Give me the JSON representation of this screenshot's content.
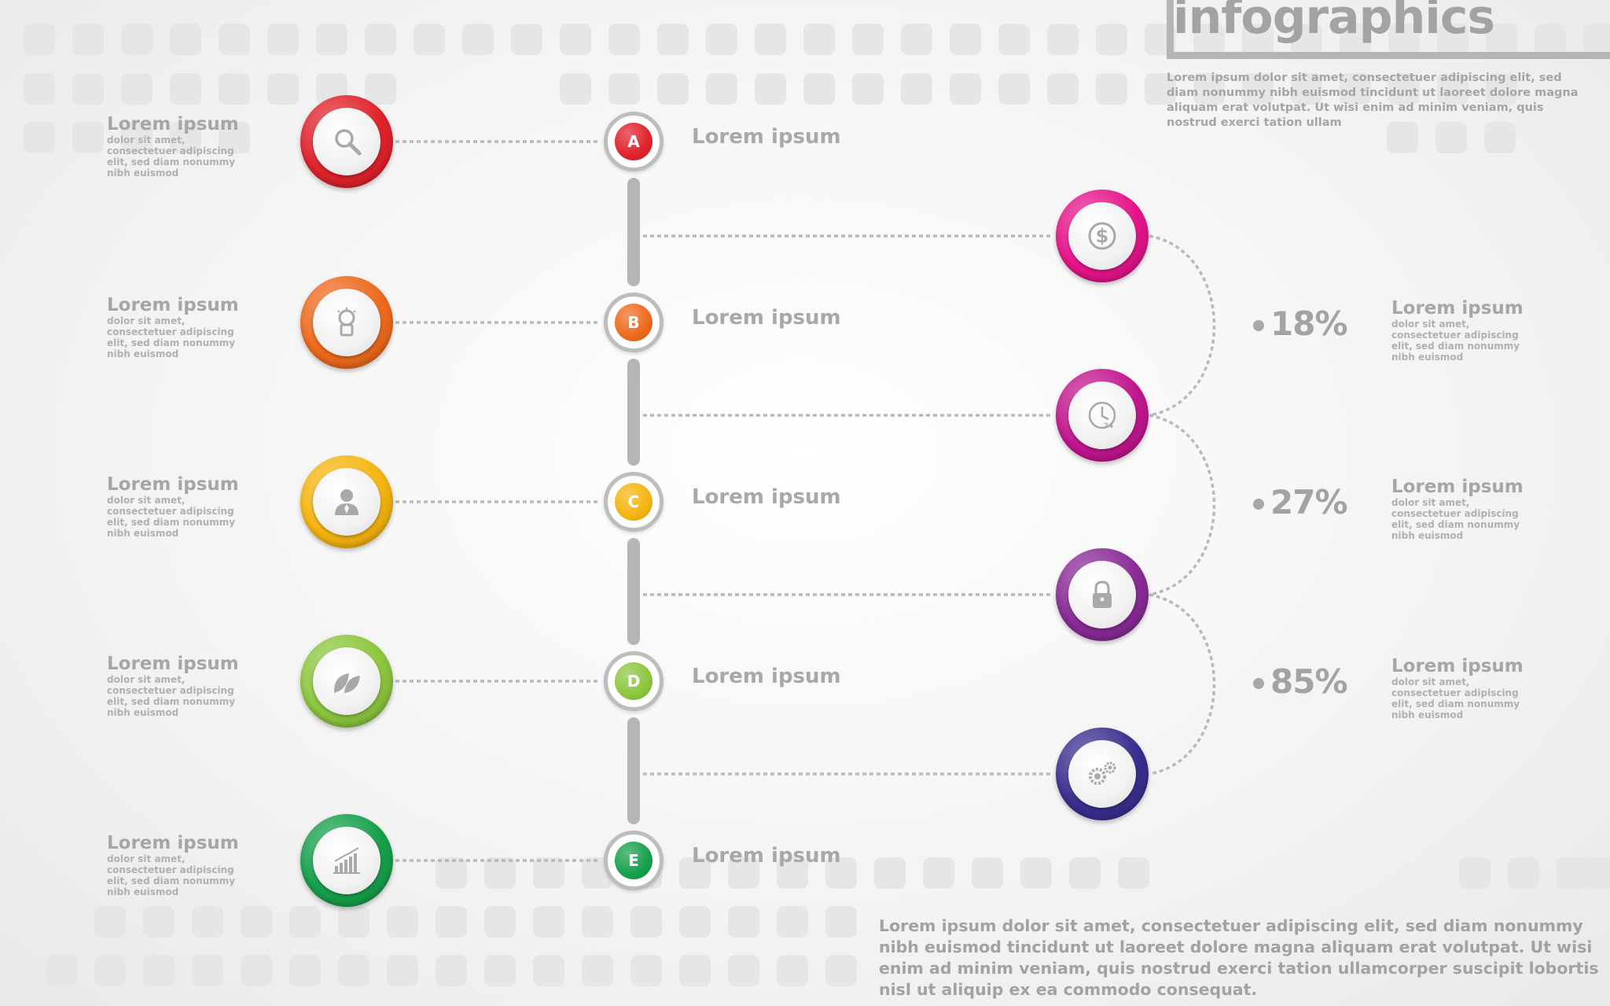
{
  "title": "infographics",
  "intro": "Lorem ipsum dolor sit amet, consectetuer adipiscing elit, sed diam nonummy nibh euismod tincidunt ut laoreet dolore magna aliquam erat volutpat. Ut wisi enim ad minim veniam, quis nostrud exerci tation ullam",
  "steps": [
    {
      "letter": "A",
      "color": "#e0222b",
      "icon": "search-icon",
      "heading": "Lorem ipsum",
      "body": "dolor sit amet, consectetuer adipiscing elit, sed diam nonummy nibh euismod",
      "mid_label": "Lorem ipsum"
    },
    {
      "letter": "B",
      "color": "#ee6a1d",
      "icon": "lightbulb-icon",
      "heading": "Lorem ipsum",
      "body": "dolor sit amet, consectetuer adipiscing elit, sed diam nonummy nibh euismod",
      "mid_label": "Lorem ipsum"
    },
    {
      "letter": "C",
      "color": "#f5b40f",
      "icon": "person-icon",
      "heading": "Lorem ipsum",
      "body": "dolor sit amet, consectetuer adipiscing elit, sed diam nonummy nibh euismod",
      "mid_label": "Lorem ipsum"
    },
    {
      "letter": "D",
      "color": "#8cc63e",
      "icon": "leaf-icon",
      "heading": "Lorem ipsum",
      "body": "dolor sit amet, consectetuer adipiscing elit, sed diam nonummy nibh euismod",
      "mid_label": "Lorem ipsum"
    },
    {
      "letter": "E",
      "color": "#16a04b",
      "icon": "bar-chart-icon",
      "heading": "Lorem ipsum",
      "body": "dolor sit amet, consectetuer adipiscing elit, sed diam nonummy nibh euismod",
      "mid_label": "Lorem ipsum"
    }
  ],
  "right_nodes": [
    {
      "color": "#e5148a",
      "icon": "dollar-icon"
    },
    {
      "color": "#c2168e",
      "icon": "clock-24-icon",
      "icon_text": "24"
    },
    {
      "color": "#8a2b97",
      "icon": "lock-icon"
    },
    {
      "color": "#3a2f8f",
      "icon": "gears-icon"
    }
  ],
  "percents": [
    {
      "value": "18%",
      "heading": "Lorem ipsum",
      "body": "dolor sit amet, consectetuer adipiscing elit, sed diam nonummy nibh euismod"
    },
    {
      "value": "27%",
      "heading": "Lorem ipsum",
      "body": "dolor sit amet, consectetuer adipiscing elit, sed diam nonummy nibh euismod"
    },
    {
      "value": "85%",
      "heading": "Lorem ipsum",
      "body": "dolor sit amet, consectetuer adipiscing elit, sed diam nonummy nibh euismod"
    }
  ],
  "footer": "Lorem ipsum dolor sit amet, consectetuer adipiscing elit, sed diam nonummy nibh euismod tincidunt ut laoreet dolore magna aliquam erat volutpat. Ut wisi enim ad minim veniam, quis nostrud exerci tation ullamcorper suscipit lobortis nisl ut aliquip ex ea commodo consequat.",
  "colors": {
    "line": "#b9b9b9",
    "text": "#a3a3a3",
    "deco": "#e6e6e6"
  }
}
